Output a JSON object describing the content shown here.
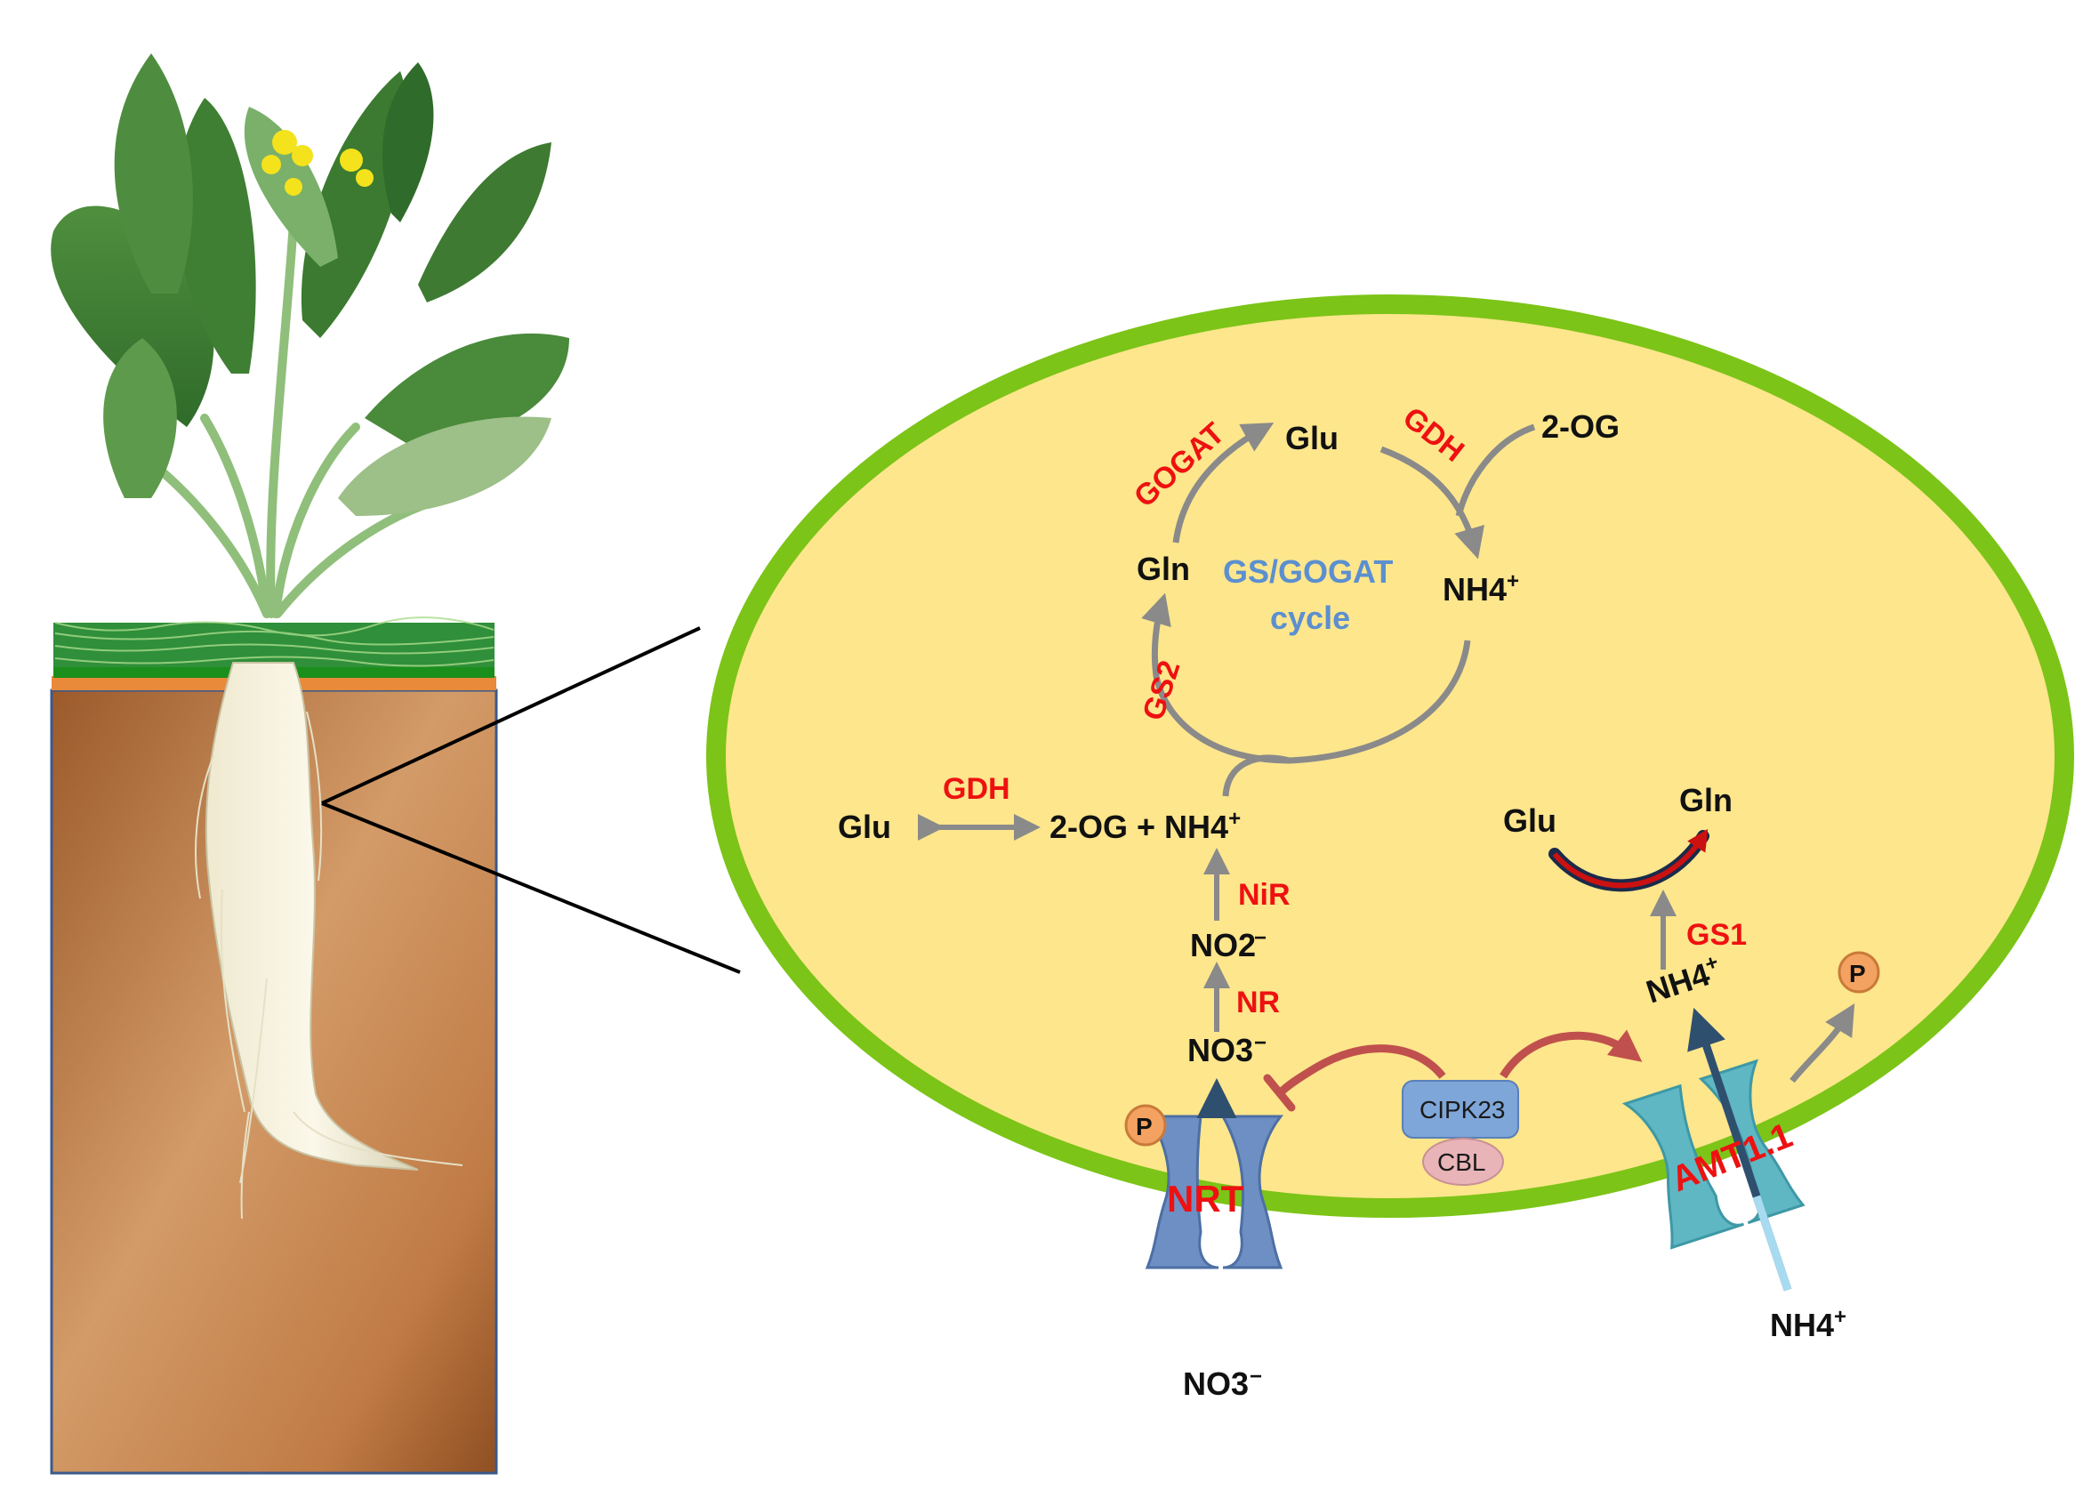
{
  "cycle": {
    "glu_top": "Glu",
    "og_top": "2-OG",
    "gln": "Gln",
    "nh4_top": "NH4",
    "nh4_top_sup": "+",
    "center_line1": "GS/GOGAT",
    "center_line2": "cycle",
    "gogat": "GOGAT",
    "gdh_top": "GDH",
    "gs2": "GS2"
  },
  "left_path": {
    "glu": "Glu",
    "gdh": "GDH",
    "og_nh4": "2-OG + NH4",
    "og_nh4_sup": "+",
    "nir": "NiR",
    "no2": "NO2",
    "no2_sub": "2",
    "no2_sup": "−",
    "nr": "NR",
    "no3": "NO3",
    "no3_sub": "3",
    "no3_sup": "−"
  },
  "right_path": {
    "glu": "Glu",
    "gln": "Gln",
    "gs1": "GS1",
    "nh4": "NH4",
    "nh4_sup": "+"
  },
  "membrane": {
    "nrt": "NRT",
    "amt": "AMT1.1",
    "cipk": "CIPK23",
    "cbl": "CBL",
    "p_left": "P",
    "p_right": "P"
  },
  "outside": {
    "no3": "NO3",
    "no3_sub": "3",
    "no3_sup": "−",
    "nh4": "NH4",
    "nh4_sup": "+"
  },
  "colors": {
    "cell_fill": "#fde68c",
    "cell_border": "#7cc417",
    "enzyme_text": "#ee1111",
    "cycle_label": "#5b8fd0",
    "arrow_grey": "#8a8a8a",
    "regulation": "#c0504d",
    "nrt_transporter": "#6e8fc4",
    "amt_transporter": "#5fb7c4",
    "phosphate": "#f4a261",
    "soil": "#b8733d"
  }
}
